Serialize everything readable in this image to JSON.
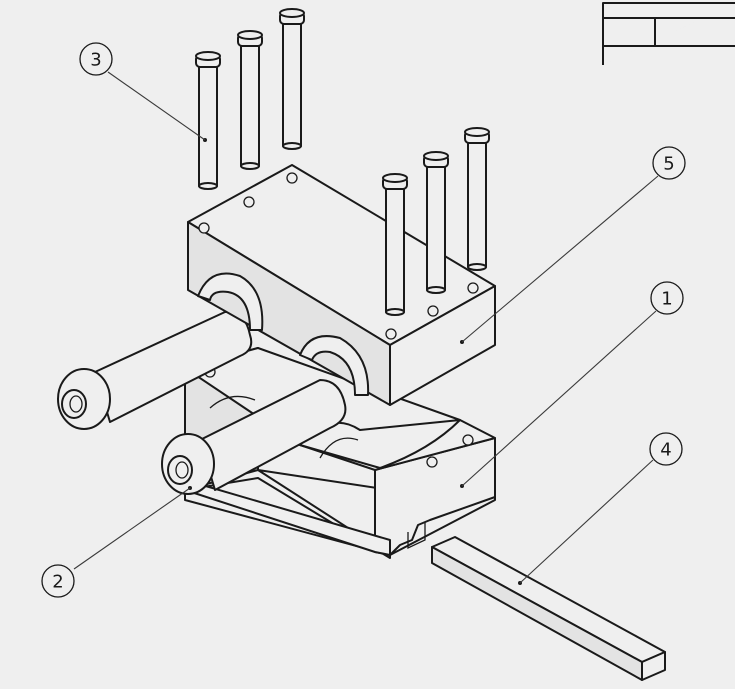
{
  "callouts": [
    {
      "id": "c1",
      "label": "1"
    },
    {
      "id": "c2",
      "label": "2"
    },
    {
      "id": "c3",
      "label": "3"
    },
    {
      "id": "c4",
      "label": "4"
    },
    {
      "id": "c5",
      "label": "5"
    }
  ],
  "colors": {
    "line": "#1a1a1a",
    "background": "#efefef"
  }
}
